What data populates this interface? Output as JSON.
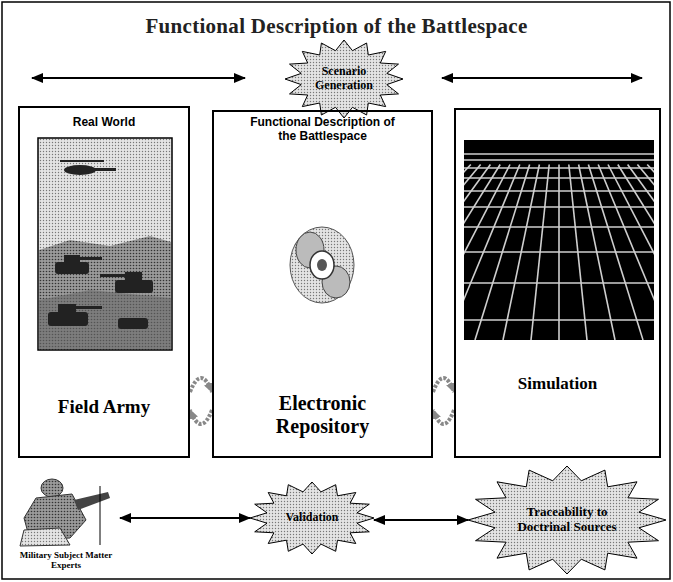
{
  "diagram": {
    "title": "Functional Description of the Battlespace",
    "nodes": [
      {
        "text": [
          "Scenario Generation"
        ]
      },
      {
        "text": [
          "Real World",
          "Field Army"
        ]
      },
      {
        "text": [
          "Functional Description of the Battlespace",
          "Electronic Repository"
        ]
      },
      {
        "text": [
          "Simulation"
        ]
      },
      {
        "text": [
          "Military Subject Matter Experts"
        ]
      },
      {
        "text": [
          "Validation"
        ]
      },
      {
        "text": [
          "Traceability to Doctrinal Sources"
        ]
      }
    ],
    "edges": [
      {
        "from": 1,
        "to": 2,
        "arrow": "both"
      },
      {
        "from": 2,
        "to": 3,
        "arrow": "both"
      },
      {
        "from": 4,
        "to": 5,
        "arrow": "both"
      },
      {
        "from": 5,
        "to": 6,
        "arrow": "both"
      }
    ]
  }
}
